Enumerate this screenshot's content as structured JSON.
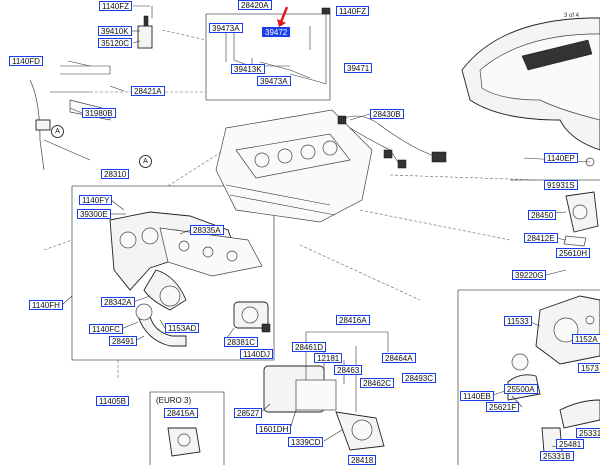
{
  "labels": {
    "p1140FZ_a": "1140FZ",
    "p28420A": "28420A",
    "p1140FZ_b": "1140FZ",
    "p39410K": "39410K",
    "p35120C": "35120C",
    "p39473A_a": "39473A",
    "p39472": "39472",
    "p39413K": "39413K",
    "p39473A_b": "39473A",
    "p39471": "39471",
    "p1140FD": "1140FD",
    "p28421A": "28421A",
    "p31980B": "31980B",
    "p28430B": "28430B",
    "p28310": "28310",
    "p1140FY": "1140FY",
    "p39300E": "39300E",
    "p28335A": "28335A",
    "p1140FH": "1140FH",
    "p28342A": "28342A",
    "p1140FC": "1140FC",
    "p1153AD": "1153AD",
    "p28491": "28491",
    "p28381C": "28381C",
    "p1140DJ": "1140DJ",
    "p11405B": "11405B",
    "p28415A": "28415A",
    "p28416A": "28416A",
    "p28461D": "28461D",
    "p12181": "12181",
    "p28463": "28463",
    "p28462C": "28462C",
    "p28464A": "28464A",
    "p28493C": "28493C",
    "p28527": "28527",
    "p1601DH": "1601DH",
    "p1339CD": "1339CD",
    "p28418": "28418",
    "p1140EP": "1140EP",
    "p91931S": "91931S",
    "p28450": "28450",
    "p28412E": "28412E",
    "p25610H": "25610H",
    "p39220G": "39220G",
    "p11533": "11533",
    "p1152A": "1152A",
    "p1573": "1573",
    "p25500A": "25500A",
    "p1140EB": "1140EB",
    "p25621F": "25621F",
    "p25331": "25331",
    "p25481": "25481",
    "p25331B": "25331B"
  },
  "notes": {
    "ref_a_1": "A",
    "ref_a_2": "A",
    "euro": "(EURO 3)",
    "page_ref": "3 of 4"
  },
  "colors": {
    "label_border": "#1a3ee8",
    "selected_fill": "#1a3ee8",
    "pointer": "#e3141b"
  }
}
